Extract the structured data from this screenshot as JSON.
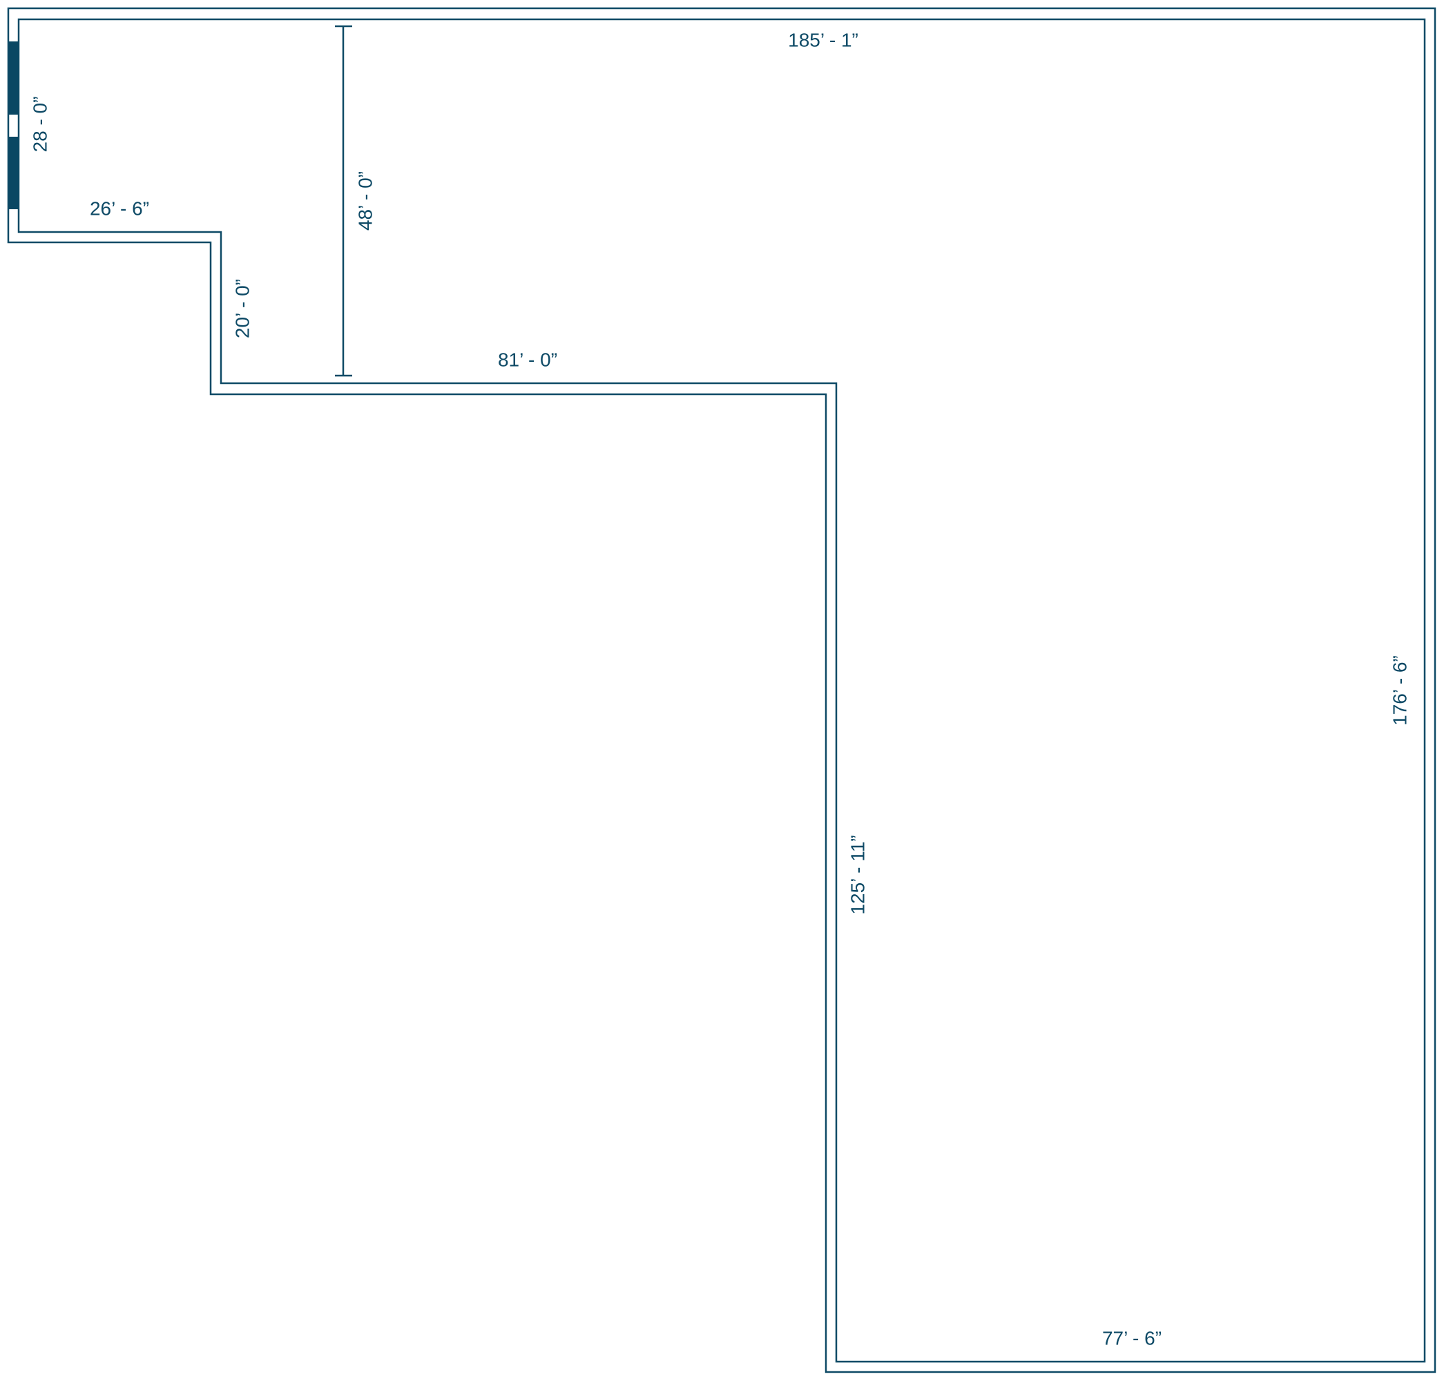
{
  "plan": {
    "line_color": "#0e4a66",
    "window_color": "#0a4763",
    "dimensions": {
      "top": "185’ - 1”",
      "left_wall": "28 - 0”",
      "left_step": "26’ - 6”",
      "step_height": "20’ - 0”",
      "total_height_left": "48’ - 0”",
      "middle_step": "81’ - 0”",
      "inner_right": "125’ - 11”",
      "right_wall": "176’ - 6”",
      "bottom": "77’ - 6”"
    }
  }
}
